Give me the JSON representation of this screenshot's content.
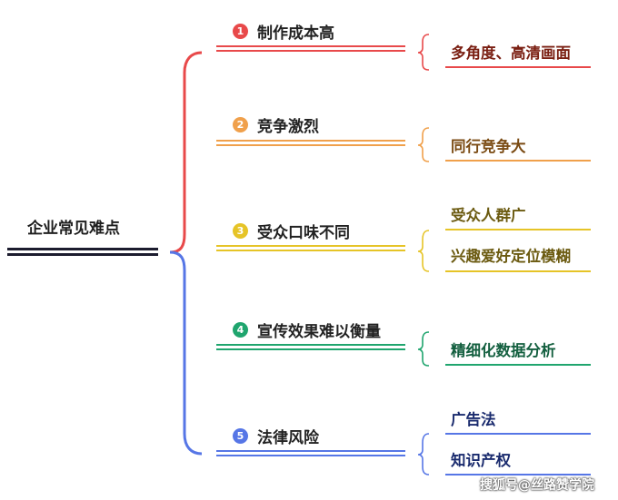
{
  "root": {
    "label": "企业常见难点"
  },
  "branches": [
    {
      "num": "1",
      "title": "制作成本高",
      "color": "#e8494a",
      "leaves": [
        "多角度、高清画面"
      ],
      "leaf_color": "#7a1f12"
    },
    {
      "num": "2",
      "title": "竞争激烈",
      "color": "#f0a04b",
      "leaves": [
        "同行竞争大"
      ],
      "leaf_color": "#7a4a12"
    },
    {
      "num": "3",
      "title": "受众口味不同",
      "color": "#e6c427",
      "leaves": [
        "受众人群广",
        "兴趣爱好定位模糊"
      ],
      "leaf_color": "#6b5a10"
    },
    {
      "num": "4",
      "title": "宣传效果难以衡量",
      "color": "#1fa56e",
      "leaves": [
        "精细化数据分析"
      ],
      "leaf_color": "#135f3f"
    },
    {
      "num": "5",
      "title": "法律风险",
      "color": "#5676e6",
      "leaves": [
        "广告法",
        "知识产权"
      ],
      "leaf_color": "#1a2b6e"
    }
  ],
  "watermark": "搜狐号@丝路赞学院"
}
